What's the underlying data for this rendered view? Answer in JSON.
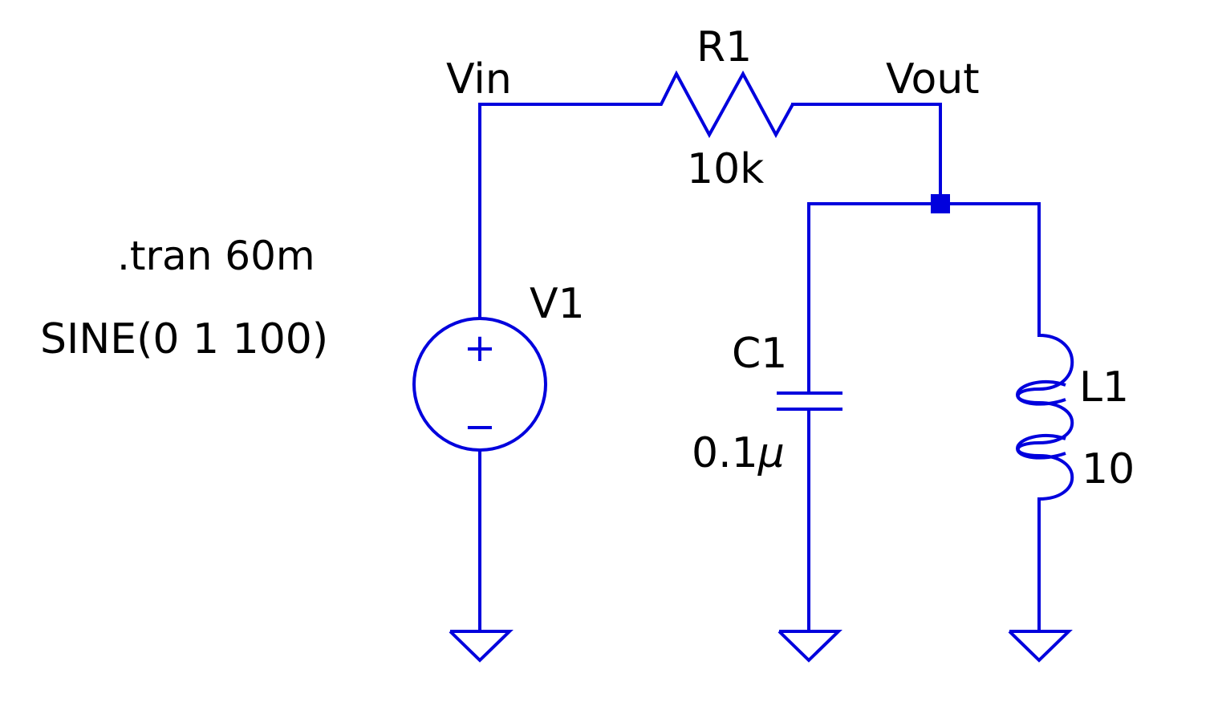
{
  "colors": {
    "wire": "#0000dd",
    "text": "#000000",
    "background": "#ffffff"
  },
  "nets": {
    "vin": "Vin",
    "vout": "Vout"
  },
  "components": {
    "r1": {
      "name": "R1",
      "value": "10k"
    },
    "v1": {
      "name": "V1",
      "value": "SINE(0 1 100)",
      "plus": "+",
      "minus": "−"
    },
    "c1": {
      "name": "C1",
      "value_num": "0.1",
      "value_unit": "μ"
    },
    "l1": {
      "name": "L1",
      "value": "10"
    }
  },
  "directives": {
    "tran": ".tran 60m"
  },
  "icons": [
    "ground-icon",
    "junction-dot-icon",
    "voltage-source-icon",
    "resistor-icon",
    "capacitor-icon",
    "inductor-icon"
  ]
}
